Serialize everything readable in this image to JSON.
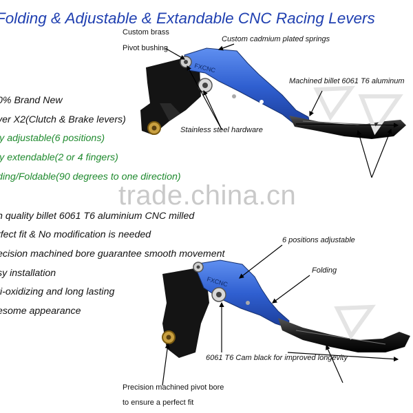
{
  "title": "Folding & Adjustable & Extandable CNC Racing Levers",
  "top_callouts": {
    "custom_brass": "Custom brass",
    "pivot_bushing": "Pivot bushing",
    "springs": "Custom cadmium plated springs",
    "billet": "Machined billet 6061 T6 aluminum",
    "stainless": "Stainless steel hardware"
  },
  "features": [
    {
      "text": "0% Brand New",
      "color": "black"
    },
    {
      "text": "ver X2(Clutch & Brake levers)",
      "color": "black"
    },
    {
      "text": "ly adjustable(6 positions)",
      "color": "green"
    },
    {
      "text": "ly extendable(2 or 4 fingers)",
      "color": "green"
    },
    {
      "text": "ding/Foldable(90 degrees to one direction)",
      "color": "green"
    },
    {
      "text": "h quality billet 6061 T6 aluminium CNC milled",
      "color": "black"
    },
    {
      "text": "rfect fit & No modification is needed",
      "color": "black"
    },
    {
      "text": "ecision machined bore guarantee smooth movement",
      "color": "black"
    },
    {
      "text": "sy installation",
      "color": "black"
    },
    {
      "text": "ti-oxidizing and long lasting",
      "color": "black"
    },
    {
      "text": "esome appearance",
      "color": "black"
    }
  ],
  "watermark": "trade.china.cn",
  "bottom_callouts": {
    "positions": "6 positions adjustable",
    "folding": "Folding",
    "cam": "6061 T6 Cam black for improved longevity",
    "bore_line1": "Precision machined pivot bore",
    "bore_line2": "to ensure a perfect fit"
  },
  "colors": {
    "title": "#1f3fb0",
    "lever_blue": "#2f5fd0",
    "lever_black": "#1a1a1a",
    "brass": "#c9a040",
    "green_text": "#1f8a2e"
  }
}
